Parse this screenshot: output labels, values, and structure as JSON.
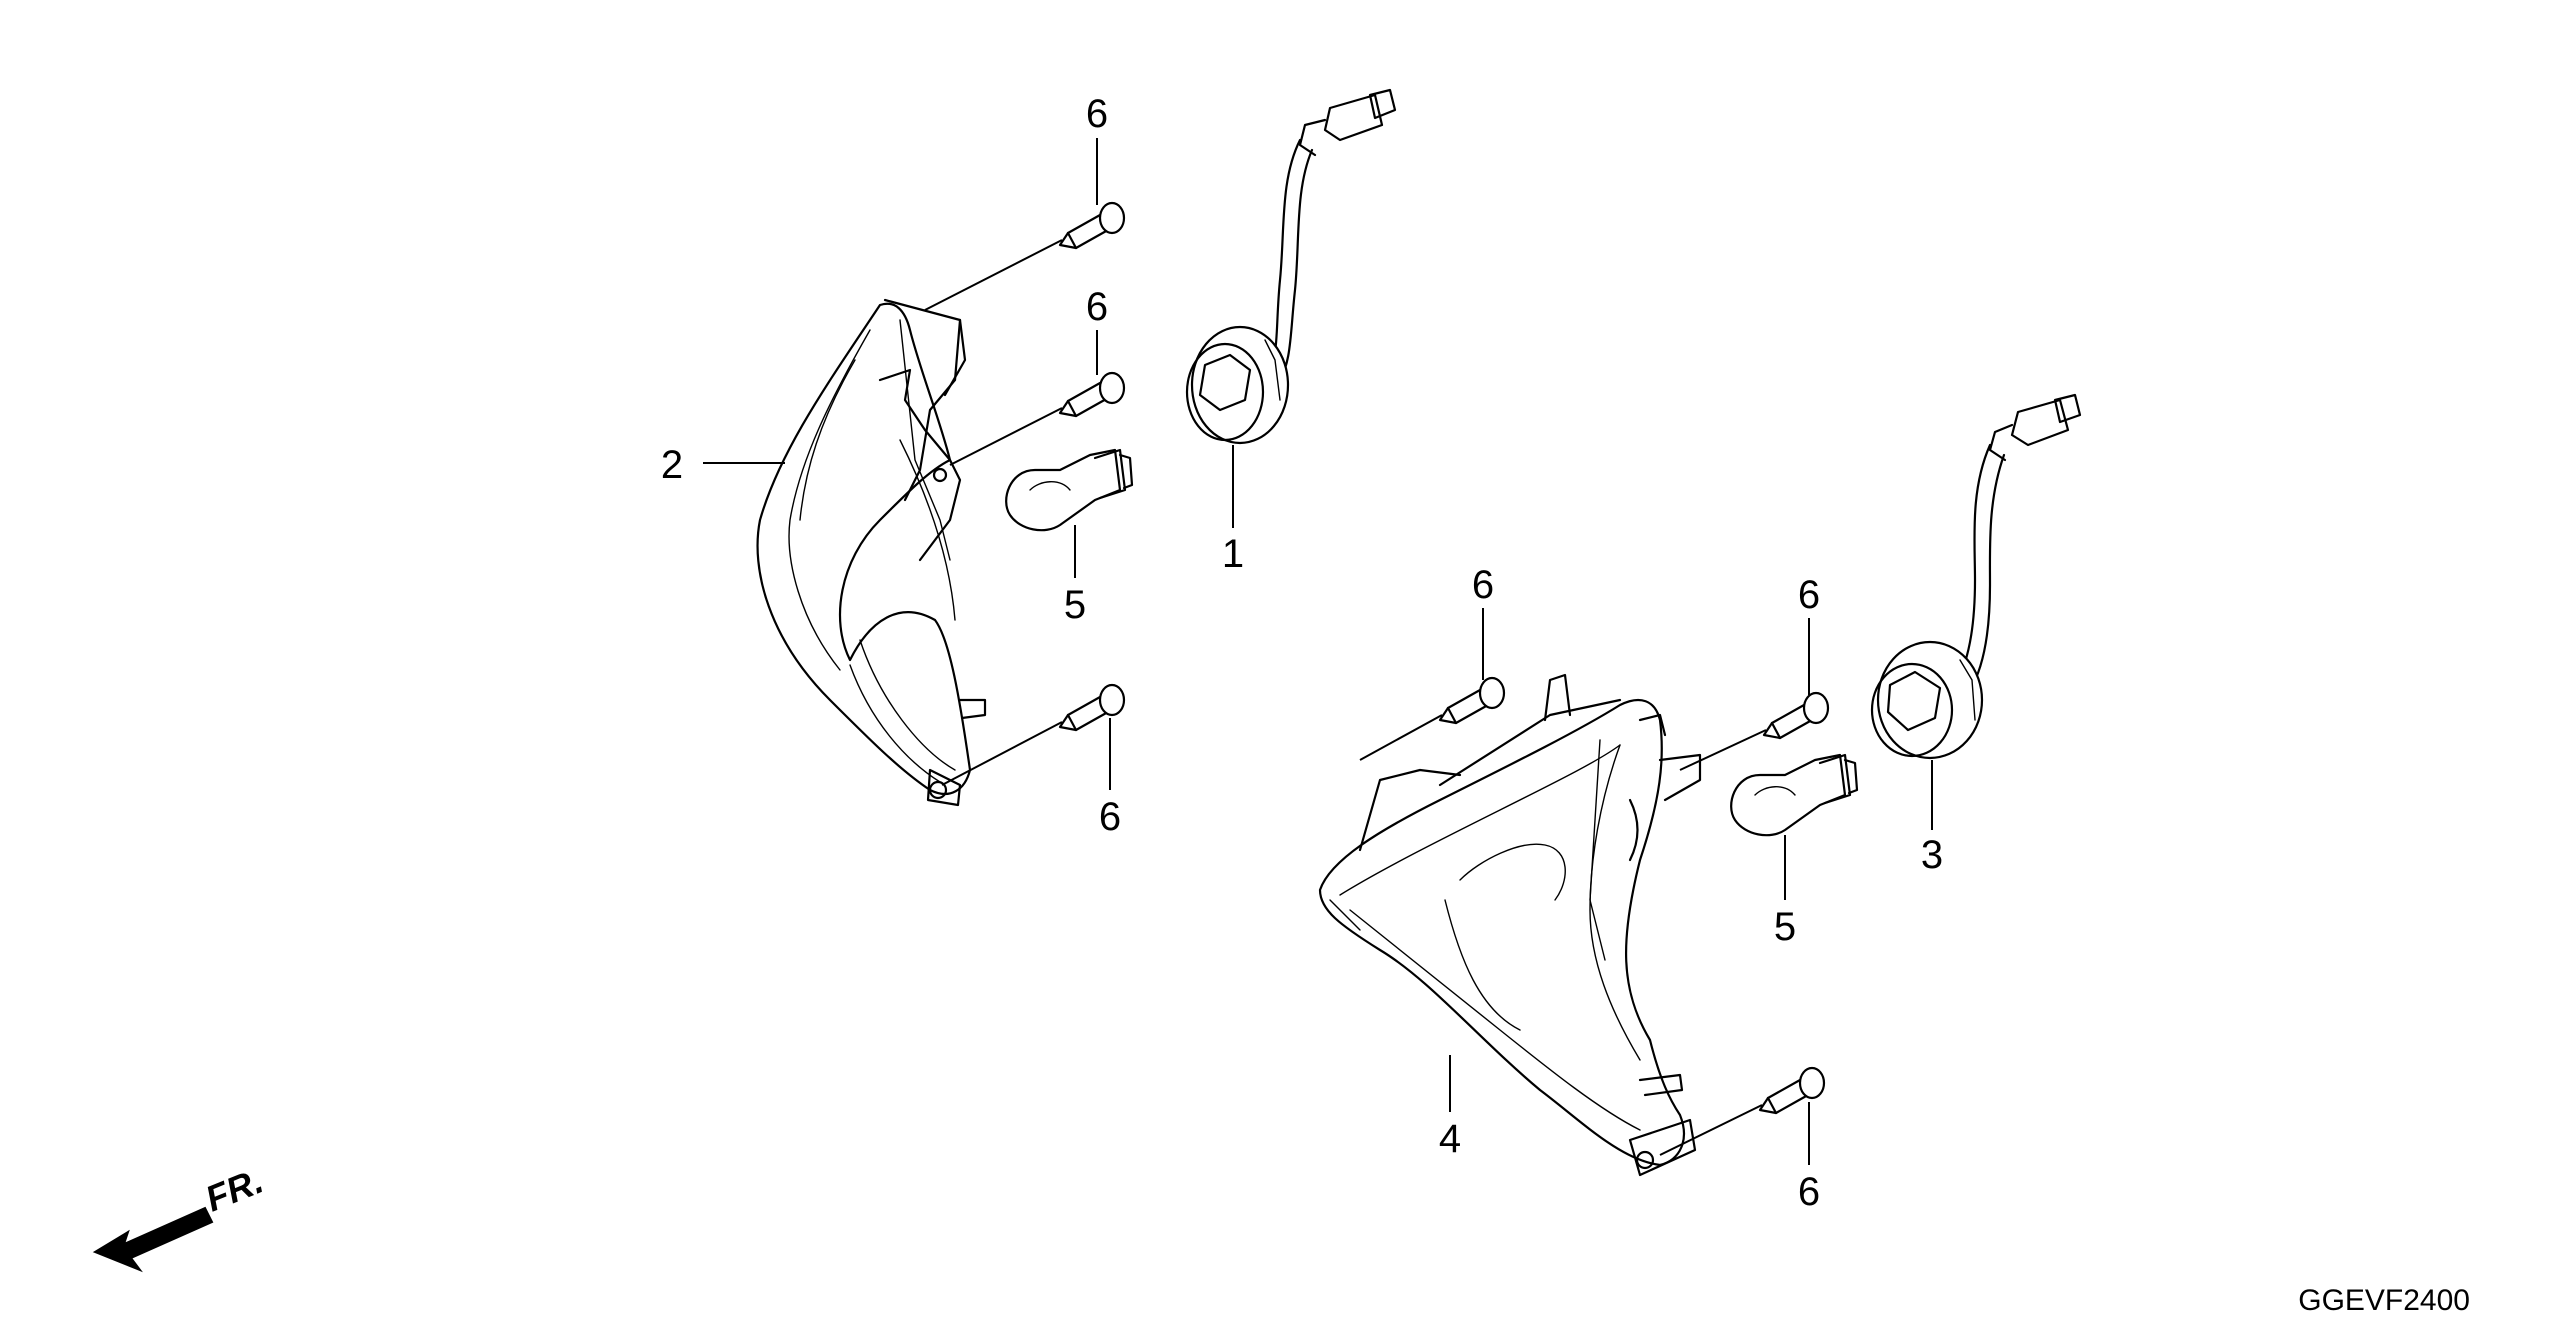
{
  "callouts": {
    "c1": "1",
    "c2": "2",
    "c3": "3",
    "c4": "4",
    "c5a": "5",
    "c5b": "5",
    "c6a": "6",
    "c6b": "6",
    "c6c": "6",
    "c6d": "6",
    "c6e": "6",
    "c6f": "6"
  },
  "front_indicator": "FR.",
  "diagram_code": "GGEVF2400"
}
